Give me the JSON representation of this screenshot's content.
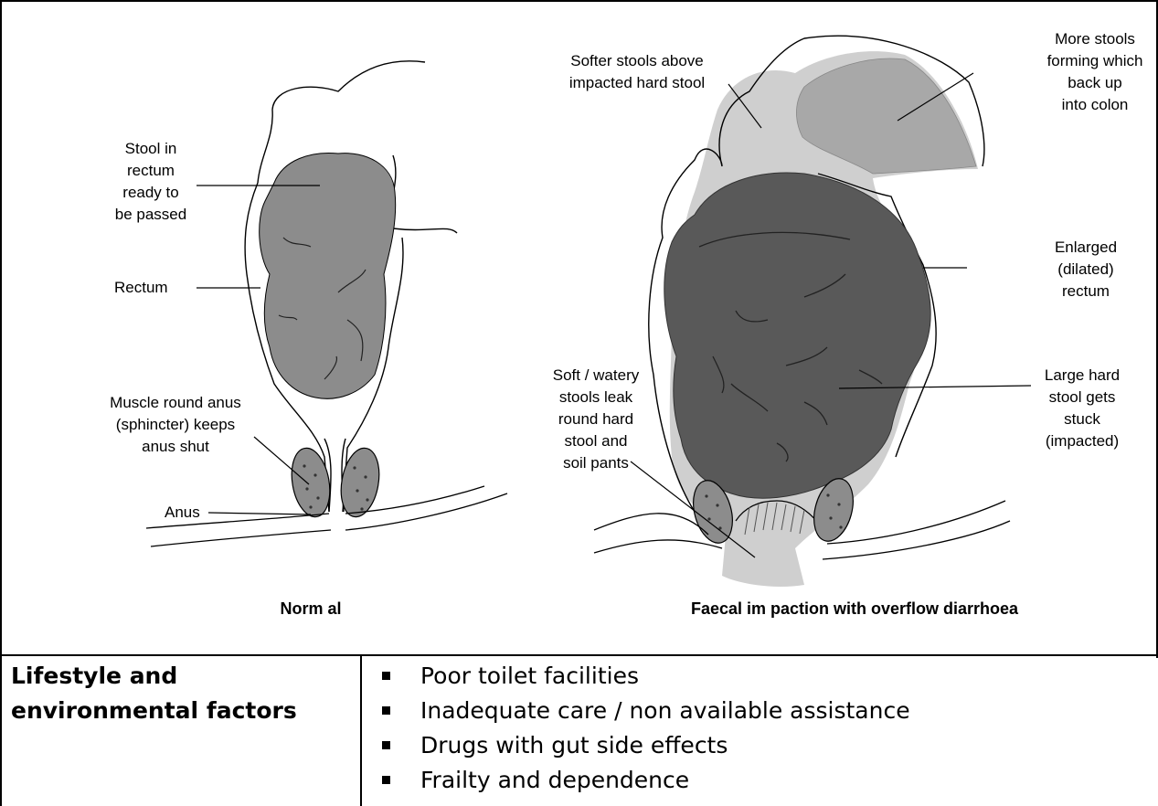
{
  "diagram": {
    "labels": {
      "stool_in_rectum": [
        "Stool in",
        "rectum",
        "ready to",
        "be passed"
      ],
      "rectum": "Rectum",
      "muscle": [
        "Muscle round anus",
        "(sphincter) keeps",
        "anus shut"
      ],
      "anus": "Anus",
      "softer_stools": [
        "Softer stools above",
        "impacted hard stool"
      ],
      "more_stools": [
        "More stools",
        "forming which",
        "back up",
        "into colon"
      ],
      "enlarged": [
        "Enlarged",
        "(dilated)",
        "rectum"
      ],
      "soft_watery": [
        "Soft / watery",
        "stools leak",
        "round hard",
        "stool and",
        "soil  pants"
      ],
      "large_hard": [
        "Large hard",
        "stool gets",
        "stuck",
        "(impacted)"
      ]
    },
    "captions": {
      "normal": "Norm al",
      "impaction": "Faecal im paction with overflow diarrhoea"
    },
    "colors": {
      "normal_stool": "#8c8c8c",
      "impacted_stool": "#595959",
      "soft_stool": "#cfcfcf",
      "backed_up_stool": "#a8a8a8",
      "sphincter": "#8c8c8c"
    }
  },
  "factors": {
    "title": "Lifestyle and environmental factors",
    "items": [
      "Poor toilet facilities",
      "Inadequate care / non available assistance",
      "Drugs with gut side effects",
      "Frailty and dependence"
    ]
  }
}
